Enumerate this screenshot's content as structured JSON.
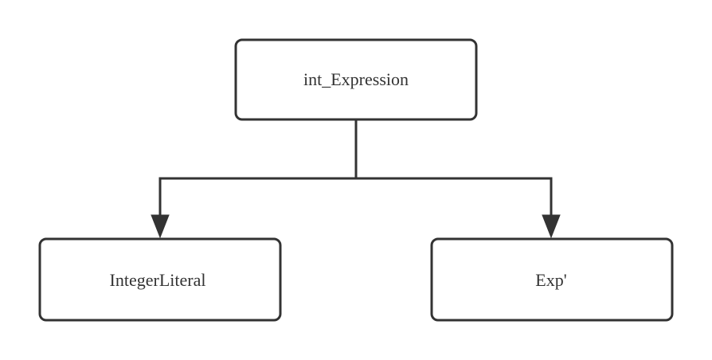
{
  "diagram": {
    "nodes": {
      "root": {
        "label": "int_Expression"
      },
      "left": {
        "label": "IntegerLiteral"
      },
      "right": {
        "label": "Exp'"
      }
    },
    "edges": [
      {
        "from": "root",
        "to": "left"
      },
      {
        "from": "root",
        "to": "right"
      }
    ],
    "colors": {
      "stroke": "#333333",
      "fill": "#ffffff",
      "background": "#ffffff"
    }
  }
}
